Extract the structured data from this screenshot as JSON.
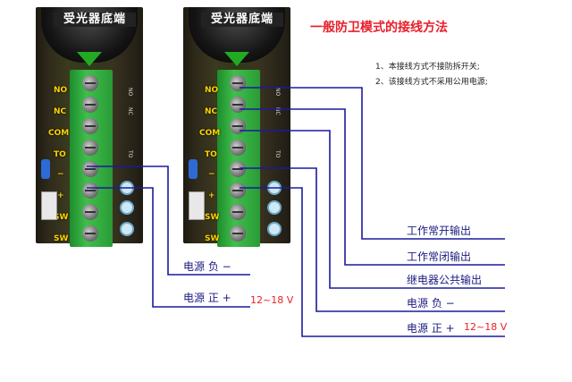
{
  "title": "一般防卫模式的接线方法",
  "notes": [
    "1、本接线方式不接防拆开关;",
    "2、该接线方式不采用公用电源;"
  ],
  "sensor_label": "受光器底端",
  "pins": [
    "NO",
    "NC",
    "COM",
    "TO",
    "−",
    "+",
    "SW",
    "SW"
  ],
  "silk_left": [
    "NO",
    "NC",
    "TO"
  ],
  "left_labels": {
    "neg": "电源 负 −",
    "pos": "电源 正 +",
    "volt": "12~18 V"
  },
  "right_labels": {
    "no": "工作常开输出",
    "nc": "工作常闭输出",
    "com": "继电器公共输出",
    "neg": "电源 负 −",
    "pos": "电源 正 +",
    "volt": "12~18 V"
  },
  "colors": {
    "wire": "#1a1aa0",
    "title": "#e8202a",
    "pin_label": "#ffd400",
    "terminal": "#2f9e3a"
  }
}
